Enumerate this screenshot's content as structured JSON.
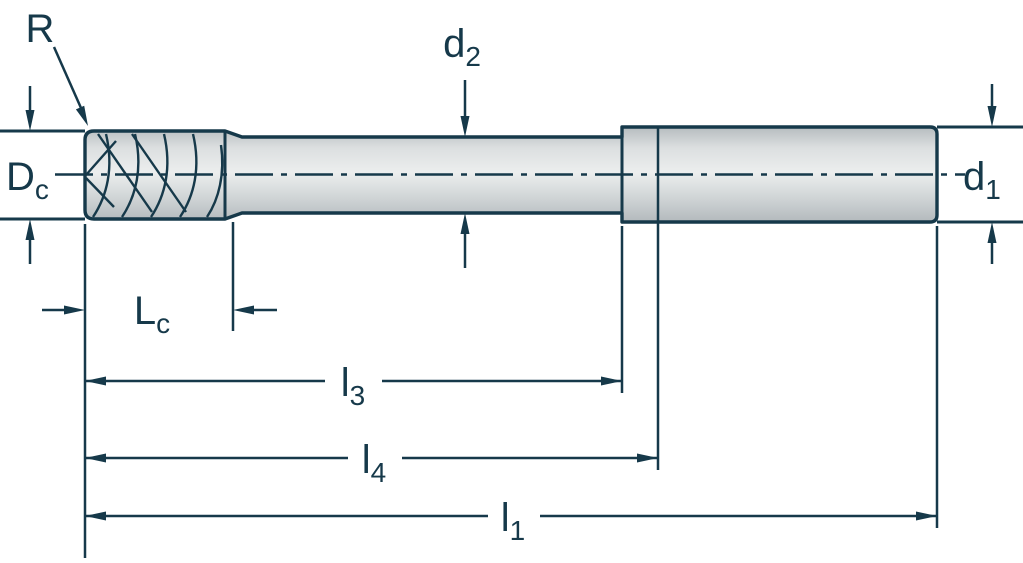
{
  "diagram": {
    "colors": {
      "line": "#16394a",
      "tool_fill_light": "#e9ebec",
      "tool_fill_dark": "#b6bcbf",
      "background": "#ffffff"
    },
    "labels": {
      "corner_radius": {
        "base": "R",
        "sub": ""
      },
      "neck_diameter": {
        "base": "d",
        "sub": "2"
      },
      "cutting_diameter": {
        "base": "D",
        "sub": "c"
      },
      "shank_diameter": {
        "base": "d",
        "sub": "1"
      },
      "cutting_length": {
        "base": "L",
        "sub": "c"
      },
      "length_l3": {
        "base": "l",
        "sub": "3"
      },
      "length_l4": {
        "base": "l",
        "sub": "4"
      },
      "overall_length": {
        "base": "l",
        "sub": "1"
      }
    }
  }
}
